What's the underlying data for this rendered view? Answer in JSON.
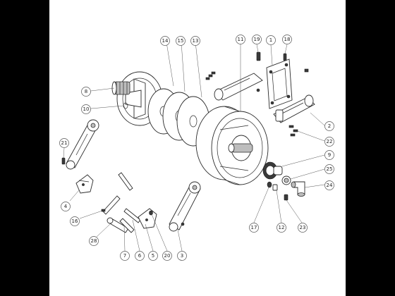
{
  "colors": {
    "background": "#000000",
    "sheet": "#ffffff",
    "line": "#2a2a2a"
  },
  "callouts": [
    {
      "id": "c1",
      "label": "1"
    },
    {
      "id": "c2",
      "label": "2"
    },
    {
      "id": "c3",
      "label": "3"
    },
    {
      "id": "c4",
      "label": "4"
    },
    {
      "id": "c5",
      "label": "5"
    },
    {
      "id": "c6",
      "label": "6"
    },
    {
      "id": "c7",
      "label": "7"
    },
    {
      "id": "c8",
      "label": "8"
    },
    {
      "id": "c9",
      "label": "9"
    },
    {
      "id": "c10",
      "label": "10"
    },
    {
      "id": "c11",
      "label": "11"
    },
    {
      "id": "c12",
      "label": "12"
    },
    {
      "id": "c13",
      "label": "13"
    },
    {
      "id": "c14",
      "label": "14"
    },
    {
      "id": "c15",
      "label": "15"
    },
    {
      "id": "c16",
      "label": "16"
    },
    {
      "id": "c17",
      "label": "17"
    },
    {
      "id": "c18",
      "label": "18"
    },
    {
      "id": "c19",
      "label": "19"
    },
    {
      "id": "c20",
      "label": "20"
    },
    {
      "id": "c21",
      "label": "21"
    },
    {
      "id": "c22",
      "label": "22"
    },
    {
      "id": "c23",
      "label": "23"
    },
    {
      "id": "c24",
      "label": "24"
    },
    {
      "id": "c25",
      "label": "25"
    },
    {
      "id": "c28",
      "label": "28"
    }
  ]
}
